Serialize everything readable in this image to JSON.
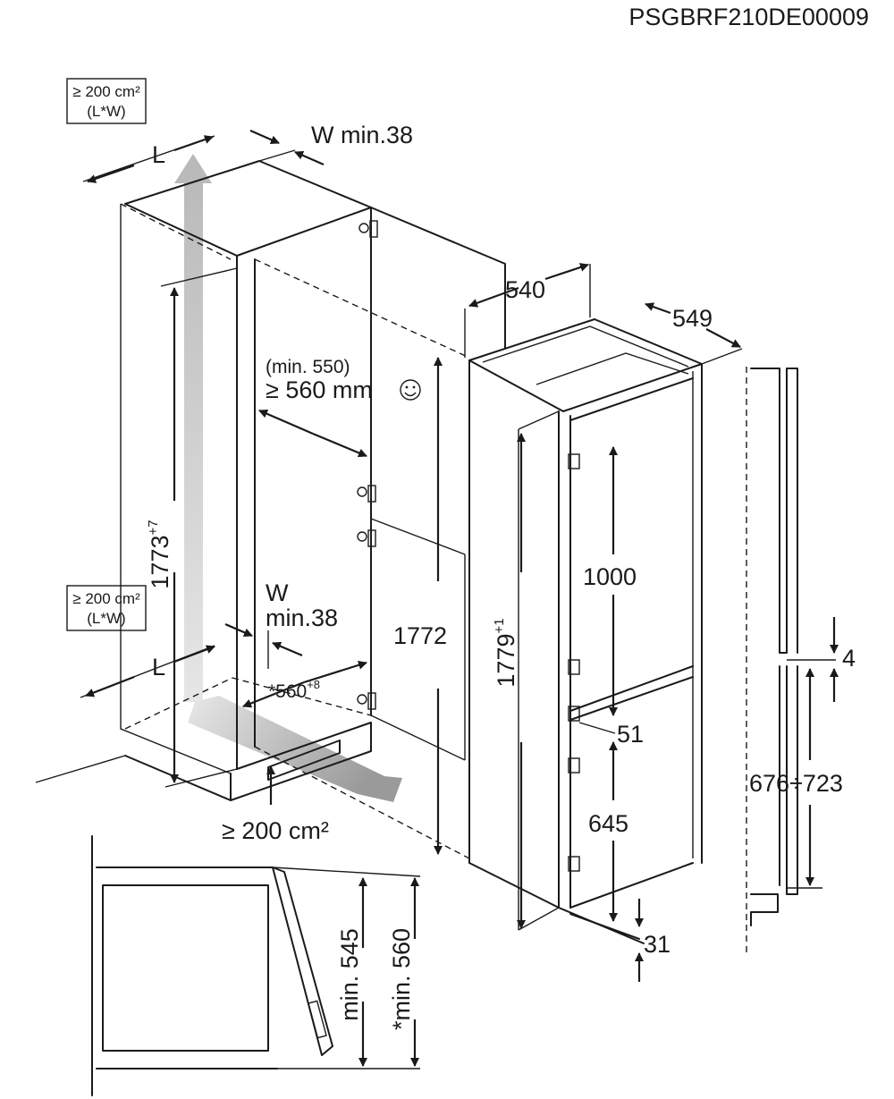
{
  "header": {
    "code": "PSGBRF210DE00009"
  },
  "labels": {
    "vent_top_area": "≥ 200 cm²",
    "vent_top_dims": "(L*W)",
    "vent_mid_area": "≥ 200 cm²",
    "vent_mid_dims": "(L*W)",
    "vent_bottom_area": "≥ 200 cm²",
    "l_top": "L",
    "l_bottom": "L",
    "w_top": "W min.38",
    "w_mid_line1": "W",
    "w_mid_line2": "min.38",
    "depth_min": "(min. 550)",
    "depth_ge": "≥ 560 mm",
    "niche_height": "1773",
    "niche_height_tol": "+7",
    "niche_width": "*560",
    "niche_width_tol": "+8",
    "cabinet_height": "1772",
    "appliance_width": "540",
    "appliance_depth": "549",
    "appliance_height": "1779",
    "appliance_height_tol": "+1",
    "upper_door": "1000",
    "door_gap": "51",
    "lower_door": "645",
    "bottom_gap": "31",
    "side_gap": "4",
    "handle_range": "676÷723",
    "min_545": "min. 545",
    "min_560": "*min. 560"
  },
  "icons": {
    "smiley": "smiley-icon"
  }
}
